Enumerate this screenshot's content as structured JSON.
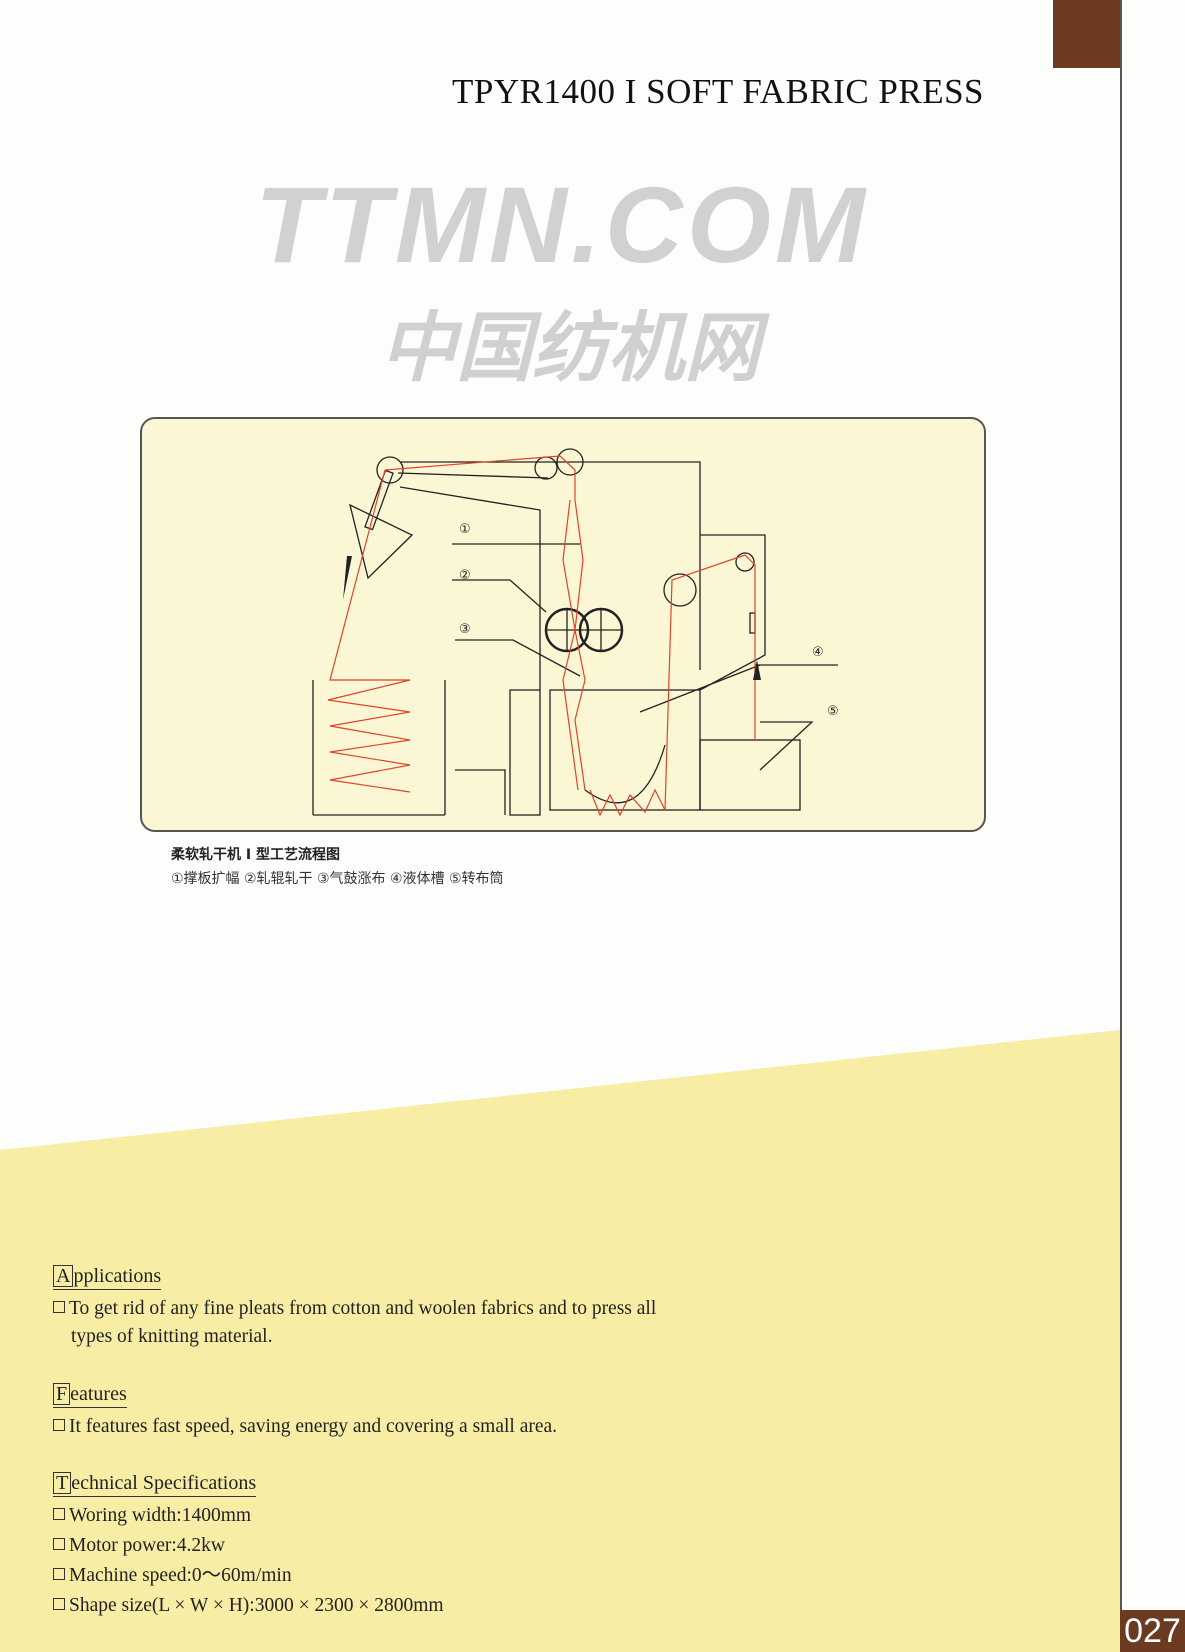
{
  "page_title": "TPYR1400 I SOFT FABRIC PRESS",
  "diagram": {
    "labels": [
      "①",
      "②",
      "③",
      "④",
      "⑤"
    ],
    "caption_title": "柔软轧干机 I 型工艺流程图",
    "caption_items": "①撑板扩幅 ②轧辊轧干 ③气鼓涨布 ④液体槽 ⑤转布筒"
  },
  "watermarks": [
    "TTMN.COM",
    "中国纺机网"
  ],
  "sections": {
    "applications": {
      "first": "A",
      "rest": "pplications",
      "lines": [
        "To get rid of any fine pleats from cotton and woolen fabrics and to press all",
        "types of knitting material."
      ]
    },
    "features": {
      "first": "F",
      "rest": "eatures",
      "lines": [
        "It features fast speed, saving energy and covering a small area."
      ]
    },
    "specs": {
      "first": "T",
      "rest": "echnical Specifications",
      "lines": [
        "Woring width:1400mm",
        "Motor power:4.2kw",
        "Machine speed:0～60m/min",
        "Shape size(L × W × H):3000 × 2300 × 2800mm"
      ]
    }
  },
  "page_number": "027",
  "colors": {
    "accent_brown": "#6b3a20",
    "yellow": "#f7eda4",
    "diagram_bg": "#fbf7d4",
    "fabric_red": "#e0442a"
  }
}
